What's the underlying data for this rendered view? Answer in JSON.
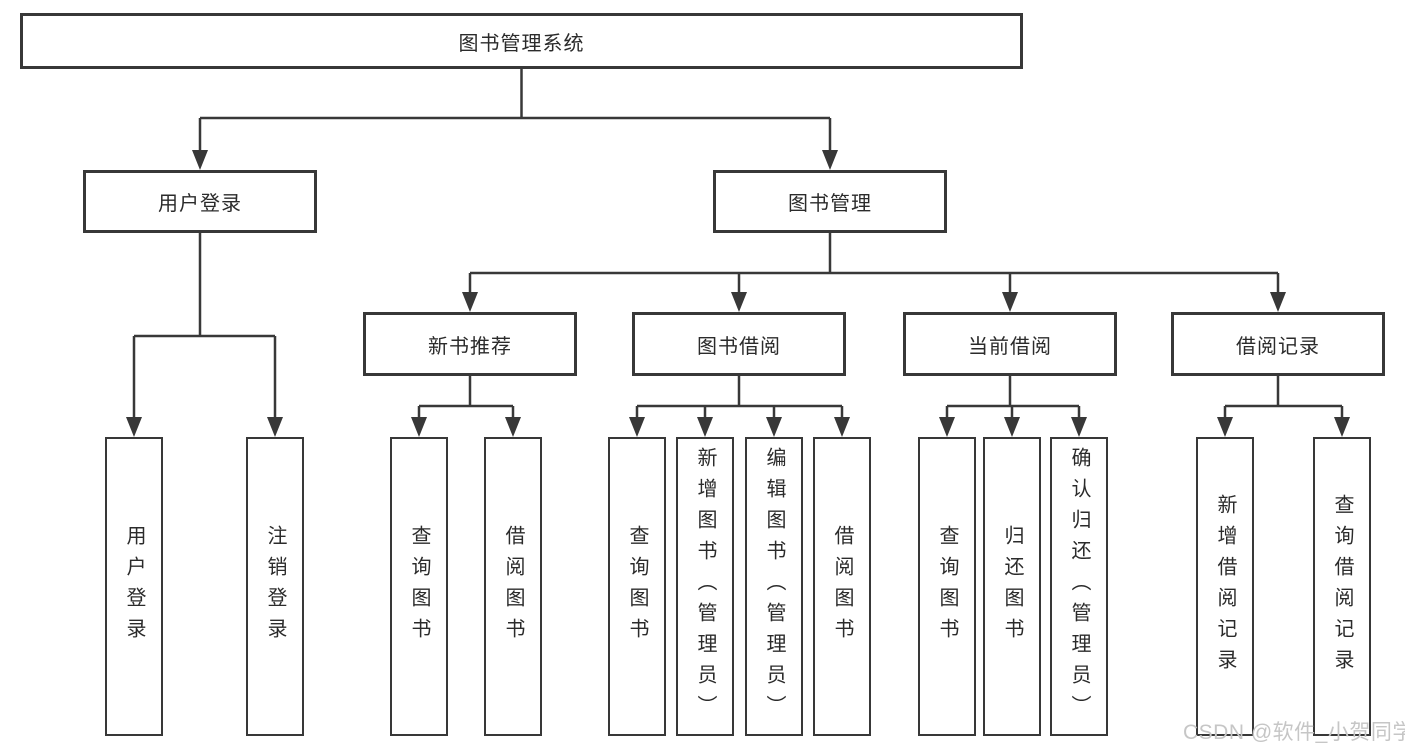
{
  "tree": {
    "root": "图书管理系统",
    "branches": [
      {
        "label": "用户登录",
        "leaves": [
          "用户登录",
          "注销登录"
        ]
      },
      {
        "label": "图书管理",
        "children": [
          {
            "label": "新书推荐",
            "leaves": [
              "查询图书",
              "借阅图书"
            ]
          },
          {
            "label": "图书借阅",
            "leaves": [
              "查询图书",
              "新增图书（管理员）",
              "编辑图书（管理员）",
              "借阅图书"
            ]
          },
          {
            "label": "当前借阅",
            "leaves": [
              "查询图书",
              "归还图书",
              "确认归还（管理员）"
            ]
          },
          {
            "label": "借阅记录",
            "leaves": [
              "新增借阅记录",
              "查询借阅记录"
            ]
          }
        ]
      }
    ]
  },
  "watermark": {
    "text": "CSDN @软件_小贺同学"
  },
  "colors": {
    "line": "#383838",
    "box_border": "#383838",
    "box_fill": "#ffffff",
    "text": "#2b2b2b",
    "watermark": "#c6c6c6",
    "background": "#ffffff"
  }
}
